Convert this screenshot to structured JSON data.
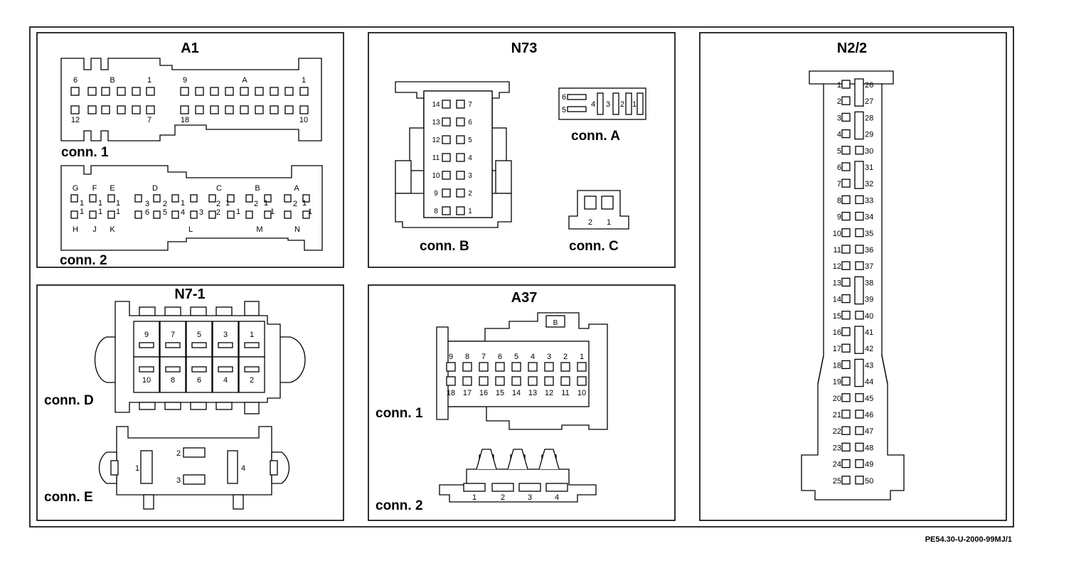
{
  "doc_ref": "PE54.30-U-2000-99MJ/1",
  "panels": {
    "a1": {
      "title": "A1",
      "conn1": {
        "label": "conn. 1",
        "top_labels": [
          "6",
          "B",
          "1",
          "9",
          "A",
          "1"
        ],
        "bottom_labels": [
          "12",
          "7",
          "18",
          "10"
        ]
      },
      "conn2": {
        "label": "conn. 2",
        "top_letters": [
          "G",
          "F",
          "E",
          "D",
          "C",
          "B",
          "A"
        ],
        "bottom_letters": [
          "H",
          "J",
          "K",
          "L",
          "M",
          "N"
        ],
        "mid_nums": [
          "3",
          "2",
          "6",
          "5",
          "4",
          "3",
          "2",
          "2",
          "2",
          "2",
          "1"
        ]
      }
    },
    "n73": {
      "title": "N73",
      "connB": {
        "label": "conn. B",
        "left_pins": [
          "14",
          "13",
          "12",
          "11",
          "10",
          "9",
          "8"
        ],
        "right_pins": [
          "7",
          "6",
          "5",
          "4",
          "3",
          "2",
          "1"
        ]
      },
      "connA": {
        "label": "conn. A",
        "pins": [
          "6",
          "5",
          "4",
          "3",
          "2",
          "1"
        ]
      },
      "connC": {
        "label": "conn. C",
        "pins": [
          "2",
          "1"
        ]
      }
    },
    "n22": {
      "title": "N2/2",
      "left_pins": [
        "1",
        "2",
        "3",
        "4",
        "5",
        "6",
        "7",
        "8",
        "9",
        "10",
        "11",
        "12",
        "13",
        "14",
        "15",
        "16",
        "17",
        "18",
        "19",
        "20",
        "21",
        "22",
        "23",
        "24",
        "25"
      ],
      "right_pins": [
        "26",
        "27",
        "28",
        "29",
        "30",
        "31",
        "32",
        "33",
        "34",
        "35",
        "36",
        "37",
        "38",
        "39",
        "40",
        "41",
        "42",
        "43",
        "44",
        "45",
        "46",
        "47",
        "48",
        "49",
        "50"
      ]
    },
    "n71": {
      "title": "N7-1",
      "connD": {
        "label": "conn. D",
        "top_pins": [
          "9",
          "7",
          "5",
          "3",
          "1"
        ],
        "bottom_pins": [
          "10",
          "8",
          "6",
          "4",
          "2"
        ]
      },
      "connE": {
        "label": "conn. E",
        "pins": [
          "1",
          "2",
          "3",
          "4"
        ]
      }
    },
    "a37": {
      "title": "A37",
      "conn1": {
        "label": "conn. 1",
        "marker": "B",
        "top_pins": [
          "9",
          "8",
          "7",
          "6",
          "5",
          "4",
          "3",
          "2",
          "1"
        ],
        "bottom_pins": [
          "18",
          "17",
          "16",
          "15",
          "14",
          "13",
          "12",
          "11",
          "10"
        ]
      },
      "conn2": {
        "label": "conn. 2",
        "pins": [
          "1",
          "2",
          "3",
          "4"
        ]
      }
    }
  }
}
